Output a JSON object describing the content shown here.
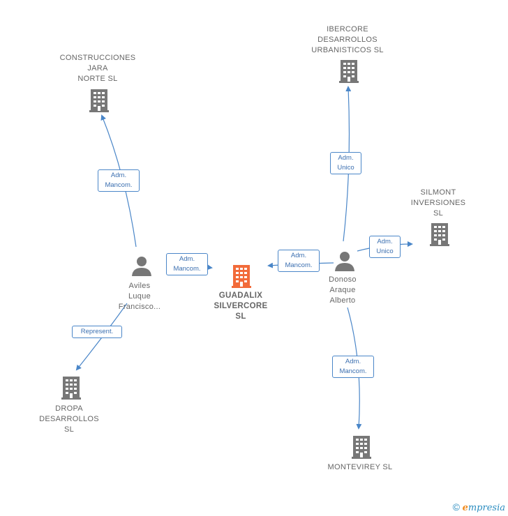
{
  "colors": {
    "edge": "#4a86c8",
    "company_icon": "#777777",
    "main_company_icon": "#f26b3a",
    "person_icon": "#777777",
    "label_text": "#666666"
  },
  "nodes": {
    "construcciones": {
      "label": "CONSTRUCCIONES\nJARA\nNORTE  SL",
      "icon": "building-icon"
    },
    "ibercore": {
      "label": "IBERCORE\nDESARROLLOS\nURBANISTICOS SL",
      "icon": "building-icon"
    },
    "silmont": {
      "label": "SILMONT\nINVERSIONES\nSL",
      "icon": "building-icon"
    },
    "guadalix": {
      "label": "GUADALIX\nSILVERCORE\nSL",
      "icon": "building-icon"
    },
    "aviles": {
      "label": "Aviles\nLuque\nFrancisco...",
      "icon": "person-icon"
    },
    "donoso": {
      "label": "Donoso\nAraque\nAlberto",
      "icon": "person-icon"
    },
    "dropa": {
      "label": "DROPA\nDESARROLLOS\nSL",
      "icon": "building-icon"
    },
    "montevirey": {
      "label": "MONTEVIREY SL",
      "icon": "building-icon"
    }
  },
  "edges": {
    "aviles_construcciones": "Adm.\nMancom.",
    "aviles_guadalix": "Adm.\nMancom.",
    "donoso_guadalix": "Adm.\nMancom.",
    "donoso_ibercore": "Adm.\nUnico",
    "donoso_silmont": "Adm.\nUnico",
    "aviles_dropa": "Represent.",
    "donoso_montevirey": "Adm.\nMancom."
  },
  "brand": {
    "copyright": "©",
    "e": "e",
    "rest": "mpresia"
  }
}
